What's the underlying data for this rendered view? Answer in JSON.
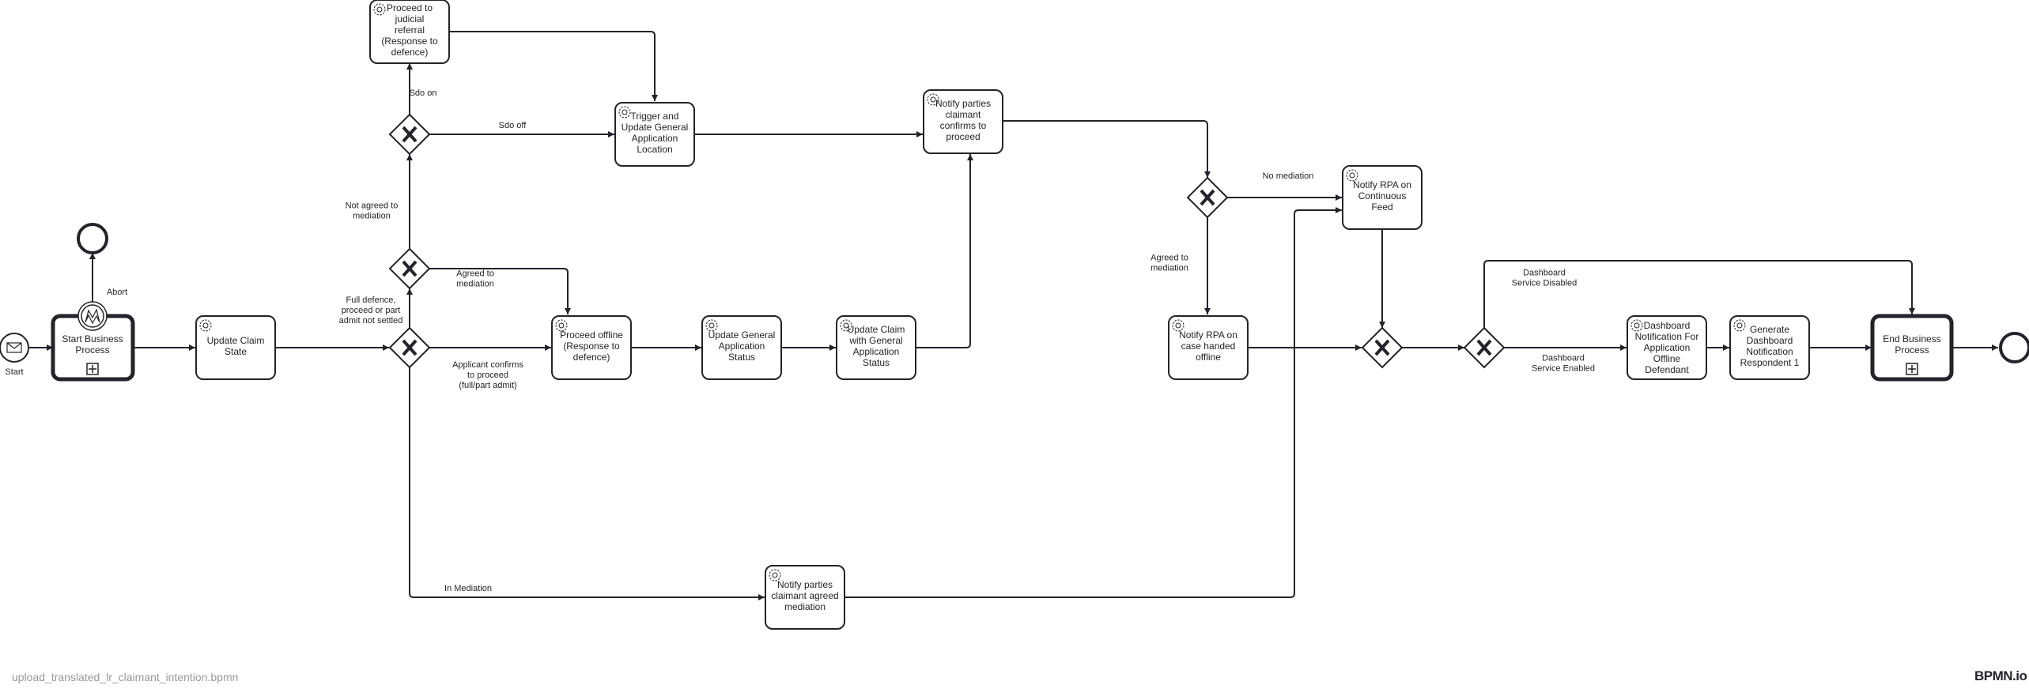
{
  "footer": {
    "filename": "upload_translated_lr_claimant_intention.bpmn",
    "logo": "BPMN.io"
  },
  "events": {
    "start_label": "Start",
    "abort_label": "Abort"
  },
  "tasks": {
    "start_business_process": [
      "Start Business",
      "Process"
    ],
    "update_claim_state": [
      "Update Claim",
      "State"
    ],
    "proceed_judicial": [
      "Proceed to",
      "judicial",
      "referral",
      "(Response to",
      "defence)"
    ],
    "trigger_update_ga": [
      "Trigger and",
      "Update General",
      "Application",
      "Location"
    ],
    "notify_parties_proceed": [
      "Notify parties",
      "claimant",
      "confirms to",
      "proceed"
    ],
    "proceed_offline": [
      "Proceed offline",
      "(Response to",
      "defence)"
    ],
    "update_ga_status": [
      "Update General",
      "Application",
      "Status"
    ],
    "update_claim_ga_status": [
      "Update Claim",
      "with General",
      "Application",
      "Status"
    ],
    "notify_parties_mediation": [
      "Notify parties",
      "claimant agreed",
      "mediation"
    ],
    "notify_rpa_offline": [
      "Notify RPA on",
      "case handed",
      "offline"
    ],
    "notify_rpa_feed": [
      "Notify RPA on",
      "Continuous",
      "Feed"
    ],
    "dashboard_notification_defendant": [
      "Dashboard",
      "Notification For",
      "Application",
      "Offline",
      "Defendant"
    ],
    "generate_dashboard_respondent": [
      "Generate",
      "Dashboard",
      "Notification",
      "Respondent 1"
    ],
    "end_business_process": [
      "End Business",
      "Process"
    ]
  },
  "flow_labels": {
    "full_defence": [
      "Full defence,",
      "proceed or part",
      "admit not settled"
    ],
    "not_agreed": [
      "Not agreed to",
      "mediation"
    ],
    "sdo_on": [
      "Sdo on"
    ],
    "sdo_off": [
      "Sdo off"
    ],
    "agreed_to_mediation": [
      "Agreed to",
      "mediation"
    ],
    "applicant_confirms": [
      "Applicant confirms",
      "to proceed",
      "(full/part admit)"
    ],
    "in_mediation": [
      "In Mediation"
    ],
    "no_mediation": [
      "No mediation"
    ],
    "agreed_to_mediation_2": [
      "Agreed to",
      "mediation"
    ],
    "dashboard_disabled": [
      "Dashboard",
      "Service Disabled"
    ],
    "dashboard_enabled": [
      "Dashboard",
      "Service Enabled"
    ]
  }
}
